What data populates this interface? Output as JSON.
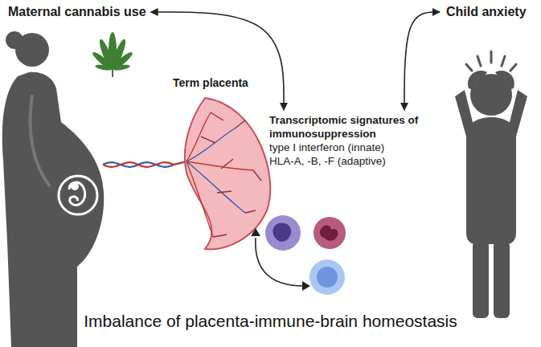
{
  "diagram": {
    "caption": "Imbalance of placenta-immune-brain homeostasis",
    "nodes": [
      {
        "text": [
          "Maternal cannabis use"
        ]
      },
      {
        "text": [
          "Child anxiety"
        ]
      },
      {
        "text": [
          "Term placenta"
        ]
      },
      {
        "text": [
          "Transcriptomic signatures of immunosuppression",
          "type I interferon (innate)",
          "HLA-A, -B, -F (adaptive)"
        ]
      }
    ],
    "edges": [
      {
        "from": 0,
        "to": 3,
        "arrow": "both"
      },
      {
        "from": 1,
        "to": 3,
        "arrow": "both"
      }
    ]
  }
}
